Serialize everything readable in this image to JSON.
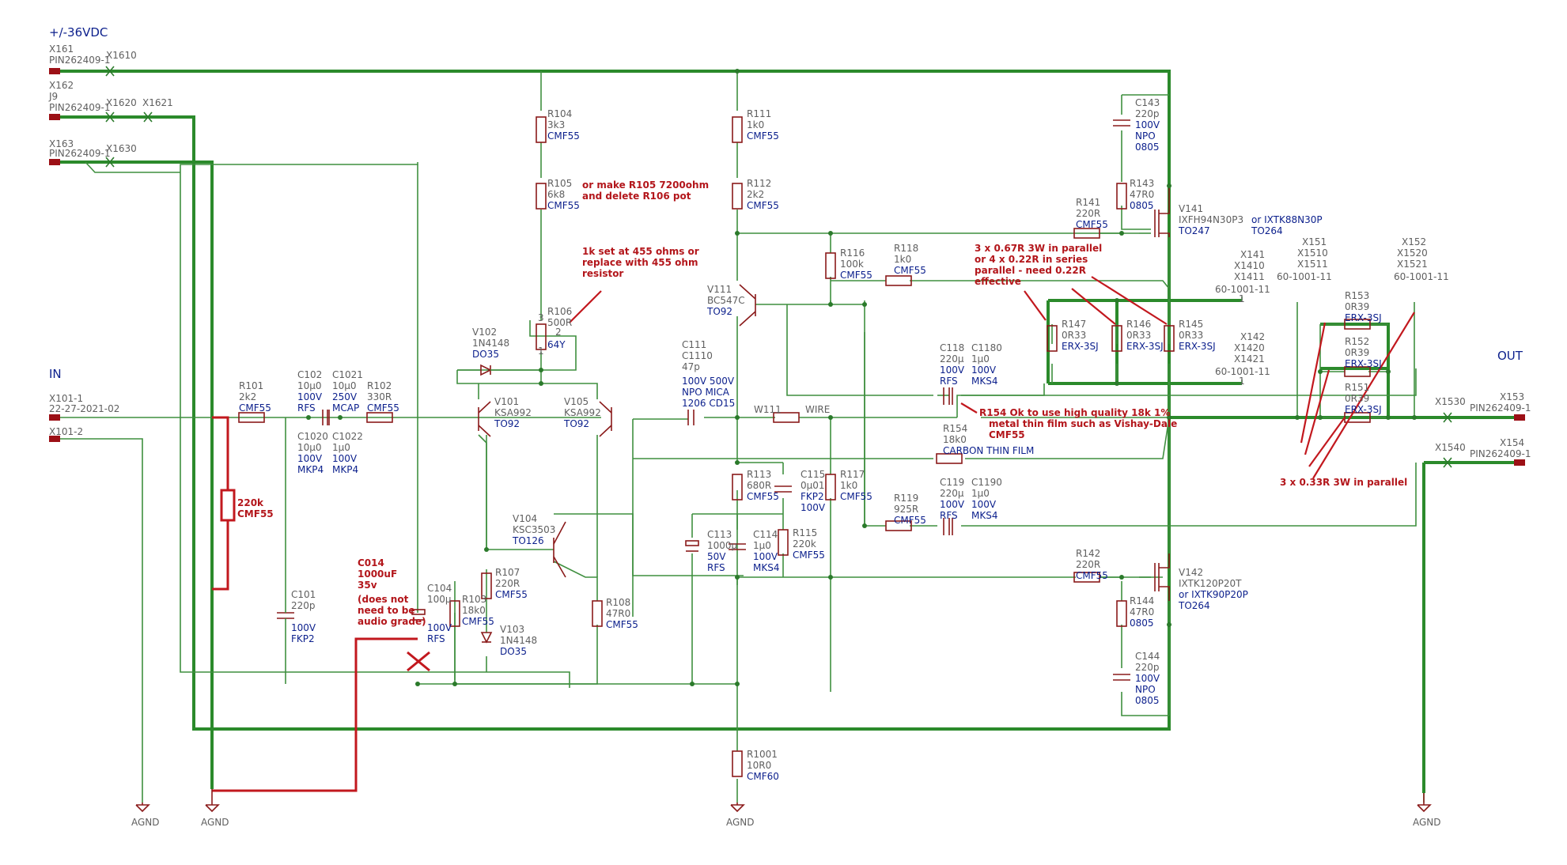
{
  "supply_label": "+/-36VDC",
  "in_label": "IN",
  "out_label": "OUT",
  "connectors": {
    "x161": "X161",
    "x161_part": "PIN262409-1",
    "x162": "X162",
    "x162_alt": "J9",
    "x162_part": "PIN262409-1",
    "x163": "X163",
    "x163_part": "PIN262409-1",
    "x1610": "X1610",
    "x1620": "X1620",
    "x1621": "X1621",
    "x1630": "X1630",
    "x101_1": "X101-1",
    "x101_1_part": "22-27-2021-02",
    "x101_2": "X101-2",
    "x141": "X141",
    "x1410": "X1410",
    "x1411": "X1411",
    "x141_part": "60-1001-11",
    "x141_pin": "1",
    "x142": "X142",
    "x1420": "X1420",
    "x1421": "X1421",
    "x142_part": "60-1001-11",
    "x142_pin": "1",
    "x151": "X151",
    "x1510": "X1510",
    "x1511": "X1511",
    "x151_part": "60-1001-11",
    "x152": "X152",
    "x1520": "X1520",
    "x1521": "X1521",
    "x152_part": "60-1001-11",
    "x1530": "X1530",
    "x153": "X153",
    "x153_part": "PIN262409-1",
    "x1540": "X1540",
    "x154": "X154",
    "x154_part": "PIN262409-1"
  },
  "grounds": {
    "agnd1": "AGND",
    "agnd2": "AGND",
    "agnd3": "AGND",
    "agnd4": "AGND"
  },
  "components": {
    "r101": [
      "R101",
      "2k2",
      "CMF55"
    ],
    "c102": [
      "C102",
      "10µ0",
      "100V",
      "RFS"
    ],
    "c1021": [
      "C1021",
      "10µ0",
      "250V",
      "MCAP"
    ],
    "c1020": [
      "C1020",
      "10µ0",
      "100V",
      "MKP4"
    ],
    "c1022": [
      "C1022",
      "1µ0",
      "100V",
      "MKP4"
    ],
    "r102": [
      "R102",
      "330R",
      "CMF55"
    ],
    "c101": [
      "C101",
      "220p",
      "100V",
      "FKP2"
    ],
    "c104": [
      "C104",
      "100µ",
      "100V",
      "RFS"
    ],
    "r103": [
      "R103",
      "18k0",
      "CMF55"
    ],
    "v101": [
      "V101",
      "KSA992",
      "TO92"
    ],
    "v102": [
      "V102",
      "1N4148",
      "DO35"
    ],
    "v103": [
      "V103",
      "1N4148",
      "DO35"
    ],
    "v104": [
      "V104",
      "KSC3503",
      "TO126"
    ],
    "v105": [
      "V105",
      "KSA992",
      "TO92"
    ],
    "r104": [
      "R104",
      "3k3",
      "CMF55"
    ],
    "r105": [
      "R105",
      "6k8",
      "CMF55"
    ],
    "r106": [
      "R106",
      "500R",
      "64Y"
    ],
    "r106_pins": [
      "1",
      "2",
      "3"
    ],
    "r107": [
      "R107",
      "220R",
      "CMF55"
    ],
    "r108": [
      "R108",
      "47R0",
      "CMF55"
    ],
    "c111": [
      "C111",
      "C1110",
      "47p",
      "100V 500V",
      "NPO  MICA",
      "1206  CD15"
    ],
    "w111": [
      "W111",
      "WIRE"
    ],
    "r111": [
      "R111",
      "1k0",
      "CMF55"
    ],
    "r112": [
      "R112",
      "2k2",
      "CMF55"
    ],
    "v111": [
      "V111",
      "BC547C",
      "TO92"
    ],
    "r113": [
      "R113",
      "680R",
      "CMF55"
    ],
    "c113": [
      "C113",
      "1000µ",
      "50V",
      "RFS"
    ],
    "c114": [
      "C114",
      "1µ0",
      "100V",
      "MKS4"
    ],
    "c115": [
      "C115",
      "0µ01",
      "FKP2",
      "100V"
    ],
    "r115": [
      "R115",
      "220k",
      "CMF55"
    ],
    "r116": [
      "R116",
      "100k",
      "CMF55"
    ],
    "r117": [
      "R117",
      "1k0",
      "CMF55"
    ],
    "r118": [
      "R118",
      "1k0",
      "CMF55"
    ],
    "r119": [
      "R119",
      "925R",
      "CMF55"
    ],
    "r1001": [
      "R1001",
      "10R0",
      "CMF60"
    ],
    "c118": [
      "C118",
      "220µ",
      "100V",
      "RFS"
    ],
    "c1180": [
      "C1180",
      "1µ0",
      "100V",
      "MKS4"
    ],
    "c119": [
      "C119",
      "220µ",
      "100V",
      "RFS"
    ],
    "c1190": [
      "C1190",
      "1µ0",
      "100V",
      "MKS4"
    ],
    "r154": [
      "R154",
      "18k0",
      "CARBON THIN FILM"
    ],
    "c143": [
      "C143",
      "220p",
      "100V",
      "NPO",
      "0805"
    ],
    "r143": [
      "R143",
      "47R0",
      "0805"
    ],
    "r141": [
      "R141",
      "220R",
      "CMF55"
    ],
    "v141": [
      "V141",
      "IXFH94N30P3",
      "TO247"
    ],
    "v141_alt": [
      "or IXTK88N30P",
      "TO264"
    ],
    "r142": [
      "R142",
      "220R",
      "CMF55"
    ],
    "v142": [
      "V142",
      "IXTK120P20T",
      "or IXTK90P20P",
      "TO264"
    ],
    "r144": [
      "R144",
      "47R0",
      "0805"
    ],
    "c144": [
      "C144",
      "220p",
      "100V",
      "NPO",
      "0805"
    ],
    "r145": [
      "R145",
      "0R33",
      "ERX-3SJ"
    ],
    "r146": [
      "R146",
      "0R33",
      "ERX-3SJ"
    ],
    "r147": [
      "R147",
      "0R33",
      "ERX-3SJ"
    ],
    "r151": [
      "R151",
      "0R39",
      "ERX-3SJ"
    ],
    "r152": [
      "R152",
      "0R39",
      "ERX-3SJ"
    ],
    "r153": [
      "R153",
      "0R39",
      "ERX-3SJ"
    ]
  },
  "notes": {
    "r105_note": [
      "or make R105 7200ohm",
      "and delete R106 pot"
    ],
    "r106_note": [
      "1k set at 455 ohms or",
      "replace with 455 ohm",
      "resistor"
    ],
    "parallel_note": [
      "3 x 0.67R 3W in parallel",
      "or 4 x 0.22R in series",
      "parallel - need 0.22R",
      "effective"
    ],
    "r154_note": [
      "R154 Ok to use high quality 18k 1%",
      "metal thin film such as Vishay-Dale",
      "CMF55"
    ],
    "added_r": [
      "220k",
      "CMF55"
    ],
    "c014_note": [
      "C014",
      "1000uF",
      "35v",
      "(does not",
      "need to be",
      "audio grade)"
    ],
    "out_note": "3 x 0.33R 3W in parallel"
  },
  "colors": {
    "wire": "#3f8f3f",
    "bus": "#2b8a2b",
    "component": "#8a1a1a",
    "annotation": "#c2181e",
    "value_text": "#0b1f8c",
    "ref_text": "#5f5f5f"
  }
}
